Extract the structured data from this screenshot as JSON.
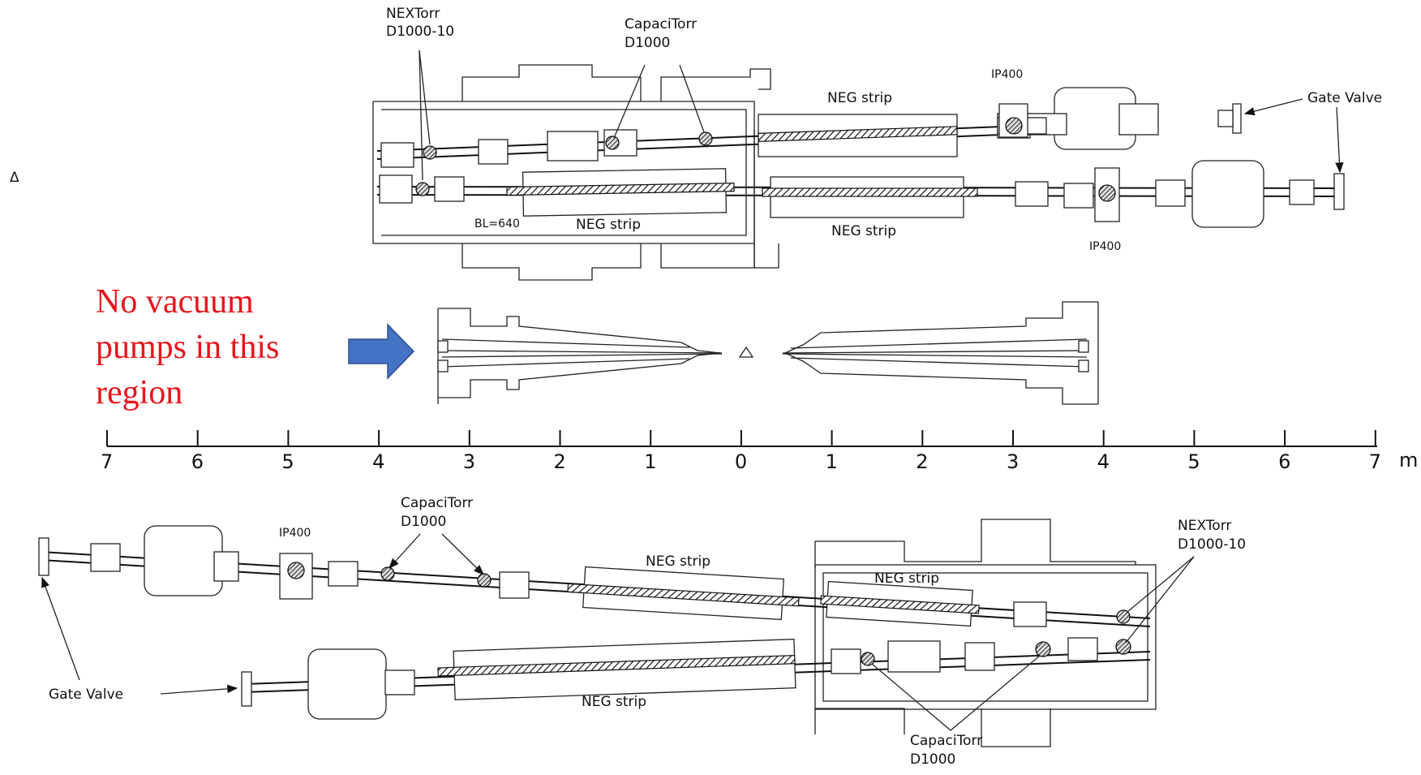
{
  "top_labels": {
    "nextorr_line1": "NEXTorr",
    "nextorr_line2": "D1000-10",
    "capacitorr_line1": "CapaciTorr",
    "capacitorr_line2": "D1000",
    "ip400_a": "IP400",
    "ip400_b": "IP400",
    "neg_strip_a": "NEG strip",
    "neg_strip_b": "NEG strip",
    "neg_strip_c": "NEG strip",
    "gate_valve": "Gate Valve",
    "bl640": "BL=640",
    "triangle": "Δ"
  },
  "note": {
    "line1": "No vacuum",
    "line2": "pumps in this",
    "line3": "region",
    "arrow_color": "#4472c4",
    "text_color": "#e8141b"
  },
  "scale": {
    "ticks_left": [
      "7",
      "6",
      "5",
      "4",
      "3",
      "2",
      "1",
      "0"
    ],
    "ticks_right": [
      "1",
      "2",
      "3",
      "4",
      "5",
      "6",
      "7"
    ],
    "unit": "m"
  },
  "bottom_labels": {
    "capacitorr_top_line1": "CapaciTorr",
    "capacitorr_top_line2": "D1000",
    "ip400": "IP400",
    "neg_strip_a": "NEG strip",
    "neg_strip_b": "NEG strip",
    "neg_strip_c": "NEG strip",
    "nextorr_line1": "NEXTorr",
    "nextorr_line2": "D1000-10",
    "gate_valve": "Gate Valve",
    "capacitorr_bot_line1": "CapaciTorr",
    "capacitorr_bot_line2": "D1000"
  }
}
